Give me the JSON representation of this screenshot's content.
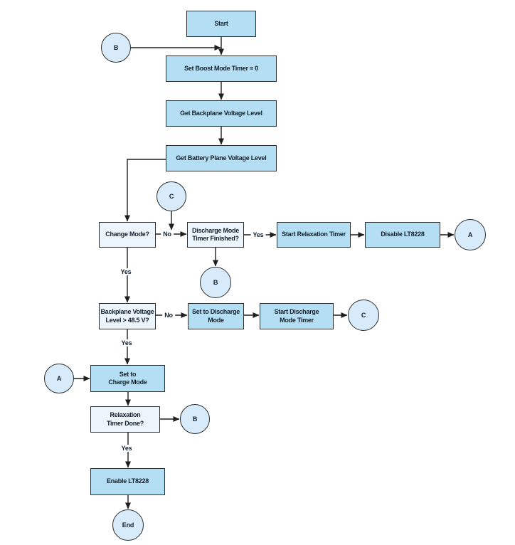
{
  "diagram": {
    "type": "flowchart",
    "nodes": {
      "start": {
        "label": "Start"
      },
      "set_boost": {
        "label": "Set Boost Mode Timer = 0"
      },
      "get_backplane": {
        "label": "Get Backplane Voltage Level"
      },
      "get_battery": {
        "label": "Get Battery Plane Voltage Level"
      },
      "change_mode": {
        "label": "Change Mode?"
      },
      "discharge_timer_q": {
        "label": "Discharge Mode\nTimer Finished?"
      },
      "start_relaxation": {
        "label": "Start Relaxation Timer"
      },
      "disable_lt8228": {
        "label": "Disable LT8228"
      },
      "backplane_q": {
        "label": "Backplane Voltage\nLevel > 48.5 V?"
      },
      "set_discharge": {
        "label": "Set to Discharge\nMode"
      },
      "start_discharge_timer": {
        "label": "Start Discharge\nMode Timer"
      },
      "set_charge": {
        "label": "Set to\nCharge Mode"
      },
      "relaxation_q": {
        "label": "Relaxation\nTimer Done?"
      },
      "enable_lt8228": {
        "label": "Enable LT8228"
      }
    },
    "connectors": {
      "b_top": "B",
      "c_upper": "C",
      "b_mid": "B",
      "a_right": "A",
      "c_right": "C",
      "a_left": "A",
      "b_lower": "B",
      "end": "End"
    },
    "edge_labels": {
      "change_no": "No",
      "discharge_yes": "Yes",
      "change_yes": "Yes",
      "backplane_no": "No",
      "backplane_yes": "Yes",
      "relaxation_yes": "Yes"
    },
    "colors": {
      "process_fill": "#b4def3",
      "decision_fill": "#ecf4fc",
      "connector_fill": "#d8ebfa",
      "border": "#2e2e2e",
      "line": "#1f1f1f",
      "text": "#13212e",
      "background": "#ffffff"
    }
  }
}
